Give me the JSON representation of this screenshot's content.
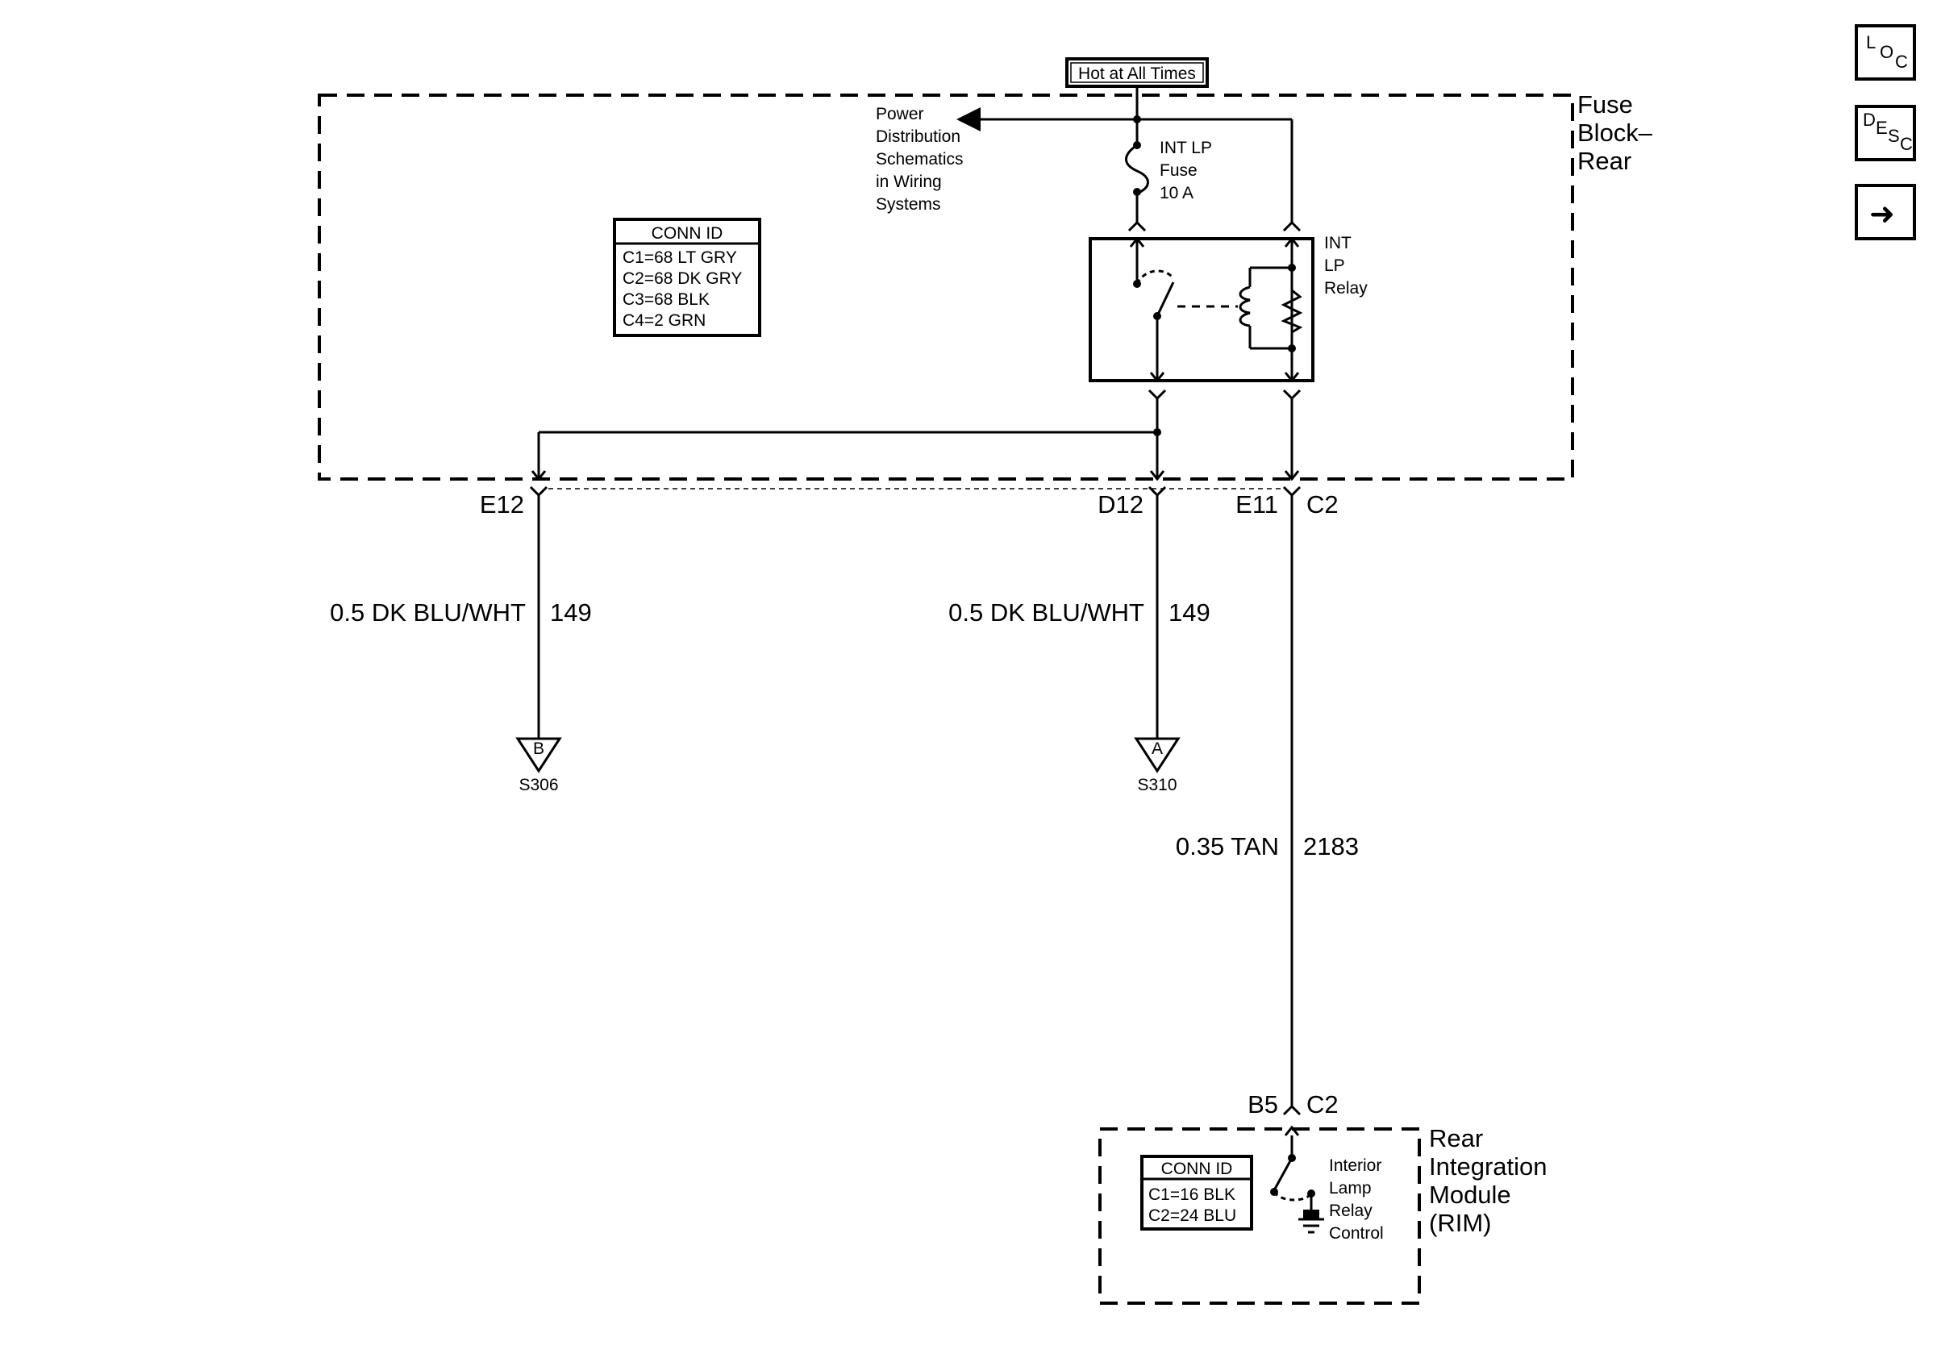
{
  "hot_label": "Hot at All Times",
  "fuse_block": {
    "name_line1": "Fuse",
    "name_line2": "Block–",
    "name_line3": "Rear"
  },
  "power_dist": [
    "Power",
    "Distribution",
    "Schematics",
    "in Wiring",
    "Systems"
  ],
  "fuse": {
    "line1": "INT LP",
    "line2": "Fuse",
    "line3": "10 A"
  },
  "relay": {
    "line1": "INT",
    "line2": "LP",
    "line3": "Relay"
  },
  "conn_id_fuse": {
    "title": "CONN ID",
    "rows": [
      "C1=68 LT GRY",
      "C2=68 DK GRY",
      "C3=68 BLK",
      "C4=2 GRN"
    ]
  },
  "pins": {
    "e12": "E12",
    "d12": "D12",
    "e11": "E11",
    "c2_top": "C2",
    "b5": "B5",
    "c2_bottom": "C2"
  },
  "wires": {
    "left_color": "0.5 DK BLU/WHT",
    "left_circuit": "149",
    "mid_color": "0.5 DK BLU/WHT",
    "mid_circuit": "149",
    "right_color": "0.35 TAN",
    "right_circuit": "2183"
  },
  "splices": {
    "left_letter": "B",
    "left_id": "S306",
    "mid_letter": "A",
    "mid_id": "S310"
  },
  "rim": {
    "line1": "Rear",
    "line2": "Integration",
    "line3": "Module",
    "line4": "(RIM)"
  },
  "conn_id_rim": {
    "title": "CONN ID",
    "rows": [
      "C1=16 BLK",
      "C2=24 BLU"
    ]
  },
  "rim_control": [
    "Interior",
    "Lamp",
    "Relay",
    "Control"
  ],
  "nav": {
    "loc": {
      "l1": "L",
      "l2": "O",
      "l3": "C"
    },
    "desc": {
      "l1": "D",
      "l2": "E",
      "l3": "S",
      "l4": "C"
    },
    "arrow": "➜"
  }
}
